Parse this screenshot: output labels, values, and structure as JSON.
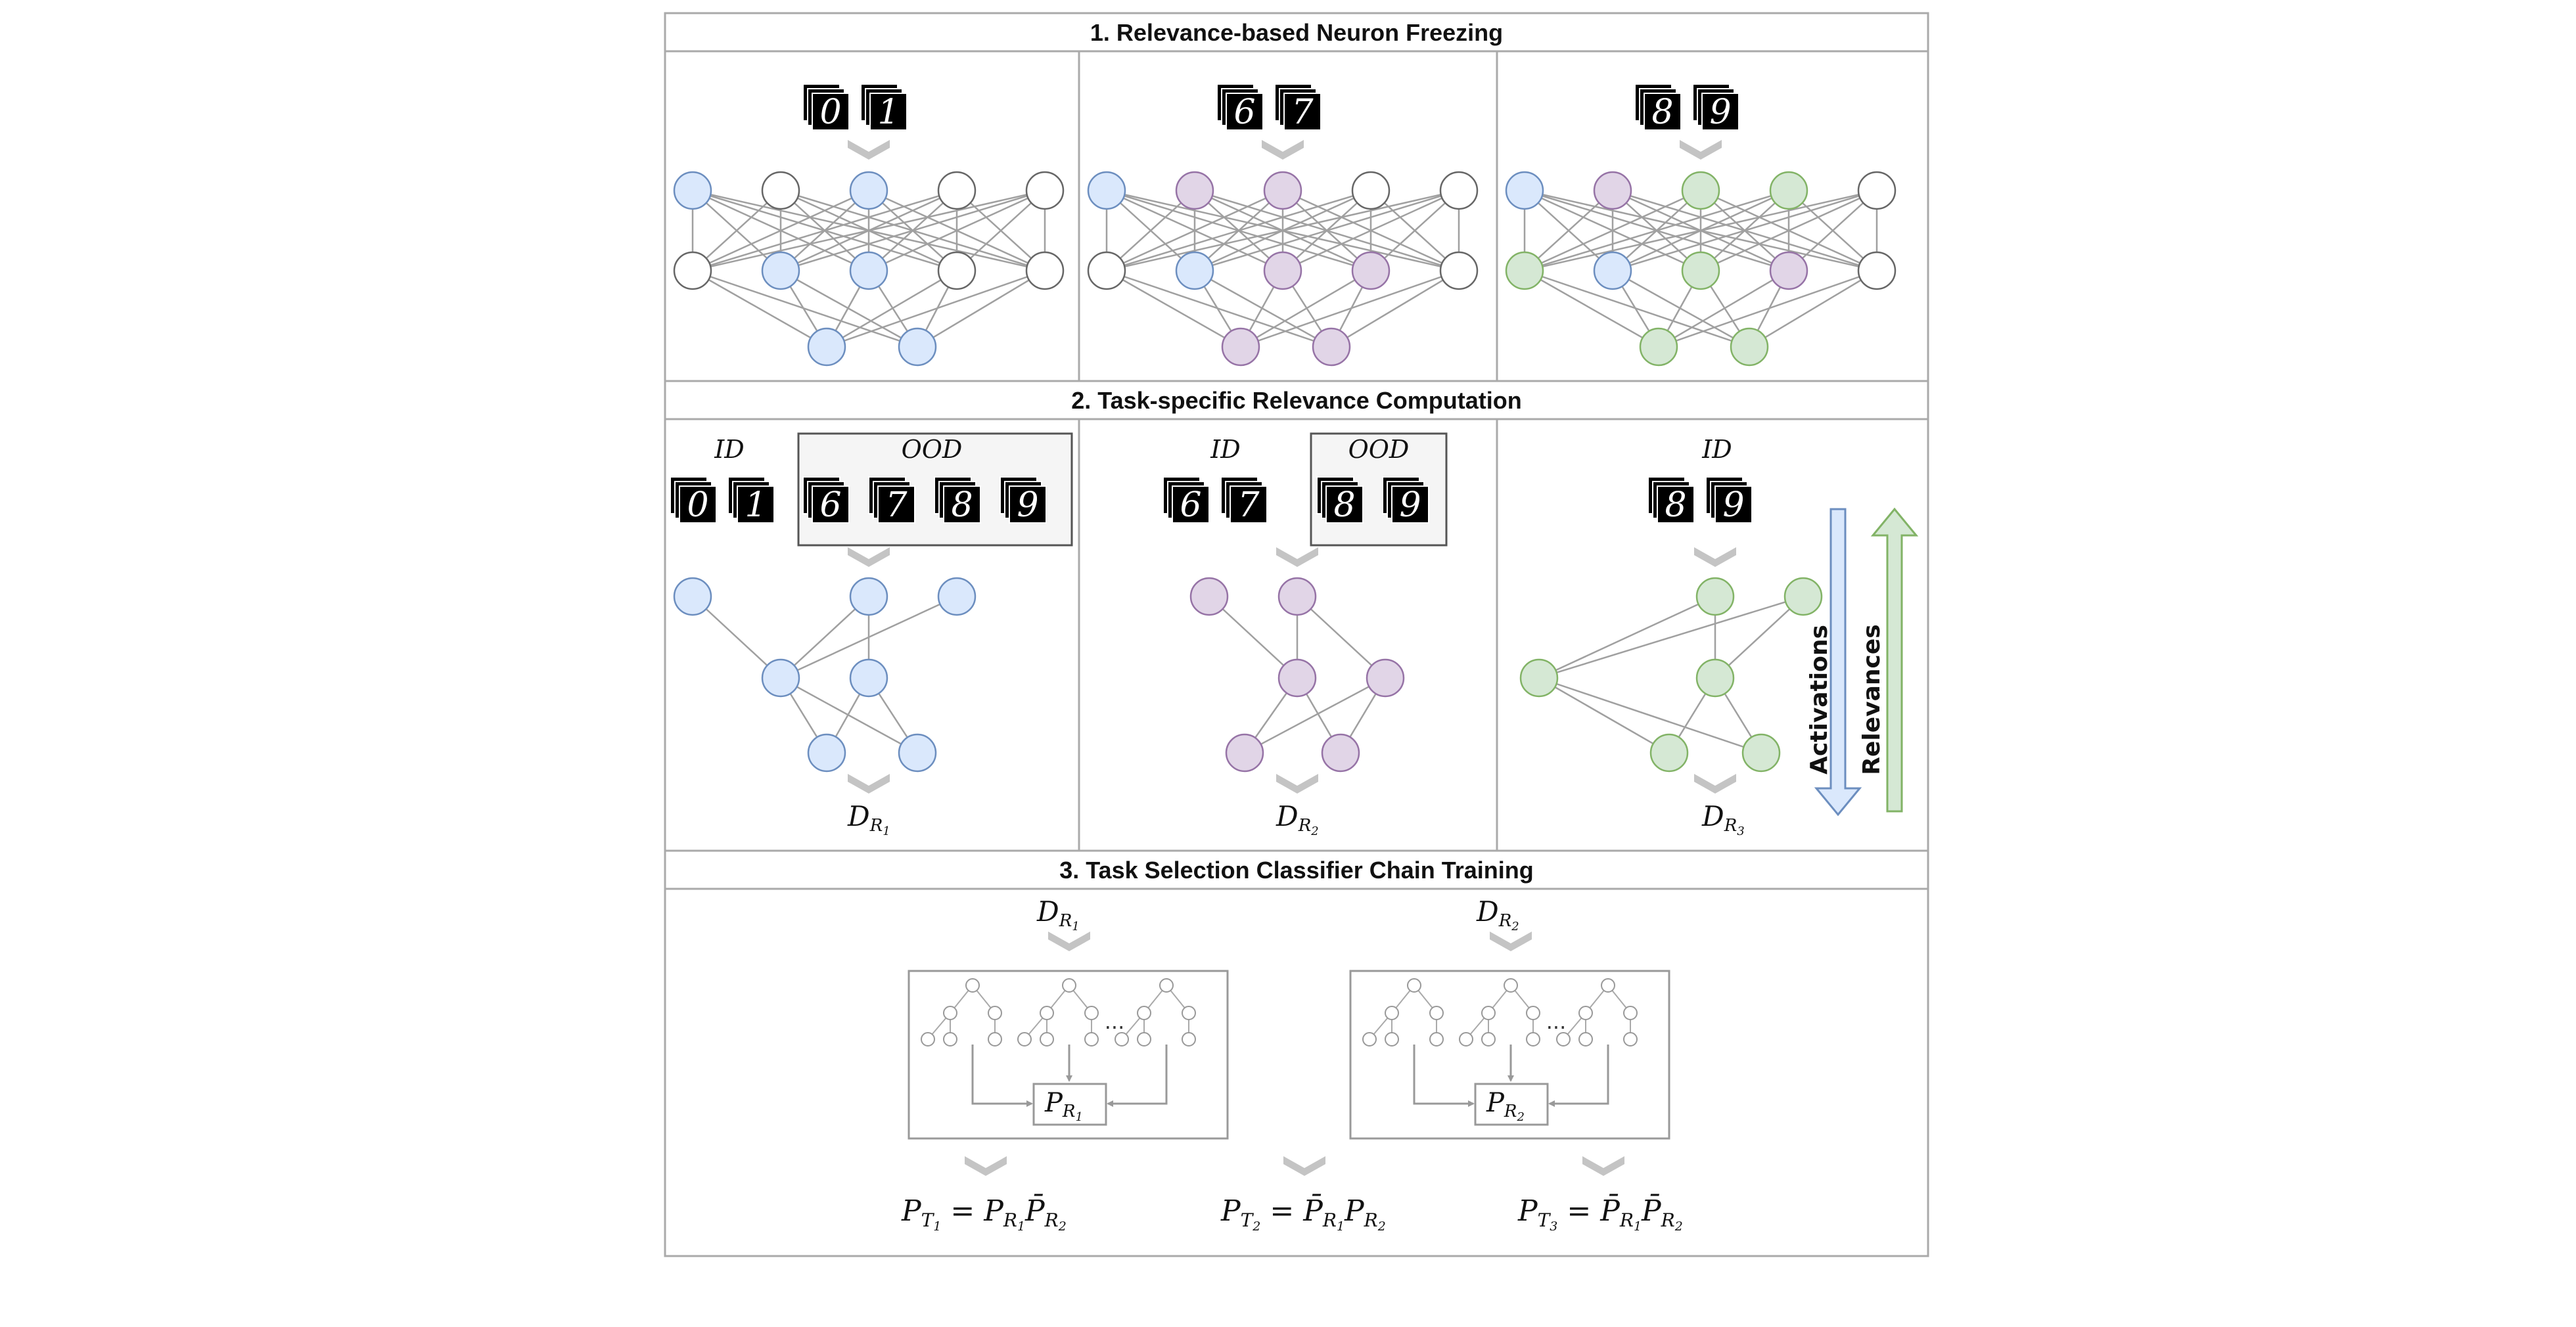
{
  "colors": {
    "frame": "#aaaaaa",
    "edge": "#a0a0a0",
    "chevron": "#c4c4c4",
    "blue": {
      "fill": "#dae8fc",
      "stroke": "#6c8ebf"
    },
    "purple": {
      "fill": "#e1d5e7",
      "stroke": "#9673a6"
    },
    "green": {
      "fill": "#d5e8d4",
      "stroke": "#82b366"
    },
    "white": {
      "fill": "#ffffff",
      "stroke": "#666666"
    },
    "ood_box": "#f5f5f5"
  },
  "sections": {
    "s1": {
      "title": "1. Relevance-based Neuron Freezing"
    },
    "s2": {
      "title": "2. Task-specific Relevance Computation"
    },
    "s3": {
      "title": "3. Task Selection Classifier Chain Training"
    }
  },
  "stage1": {
    "panels": [
      {
        "digits": [
          "0",
          "1"
        ],
        "layers": [
          [
            "blue",
            "white",
            "blue",
            "white",
            "white"
          ],
          [
            "white",
            "blue",
            "blue",
            "white",
            "white"
          ],
          [
            "blue",
            "blue"
          ]
        ]
      },
      {
        "digits": [
          "6",
          "7"
        ],
        "layers": [
          [
            "blue",
            "purple",
            "purple",
            "white",
            "white"
          ],
          [
            "white",
            "blue",
            "purple",
            "purple",
            "white"
          ],
          [
            "purple",
            "purple"
          ]
        ]
      },
      {
        "digits": [
          "8",
          "9"
        ],
        "layers": [
          [
            "blue",
            "purple",
            "green",
            "green",
            "white"
          ],
          [
            "green",
            "blue",
            "green",
            "purple",
            "white"
          ],
          [
            "green",
            "green"
          ]
        ]
      }
    ]
  },
  "stage2": {
    "id_label": "ID",
    "ood_label": "OOD",
    "activations_label": "Activations",
    "relevances_label": "Relevances",
    "panels": [
      {
        "id_digits": [
          "0",
          "1"
        ],
        "ood_digits": [
          "6",
          "7",
          "8",
          "9"
        ],
        "color": "blue",
        "d_label": {
          "base": "D",
          "sub": "R",
          "subsub": "1"
        }
      },
      {
        "id_digits": [
          "6",
          "7"
        ],
        "ood_digits": [
          "8",
          "9"
        ],
        "color": "purple",
        "d_label": {
          "base": "D",
          "sub": "R",
          "subsub": "2"
        }
      },
      {
        "id_digits": [
          "8",
          "9"
        ],
        "ood_digits": [],
        "color": "green",
        "d_label": {
          "base": "D",
          "sub": "R",
          "subsub": "3"
        }
      }
    ]
  },
  "stage3": {
    "inputs": [
      {
        "base": "D",
        "sub": "R",
        "subsub": "1"
      },
      {
        "base": "D",
        "sub": "R",
        "subsub": "2"
      }
    ],
    "outputs": [
      {
        "base": "P",
        "sub": "R",
        "subsub": "1"
      },
      {
        "base": "P",
        "sub": "R",
        "subsub": "2"
      }
    ],
    "ellipsis": "...",
    "equations": [
      {
        "lhs": "P_T1",
        "rhs": "= P_R1 P̄_R2"
      },
      {
        "lhs": "P_T2",
        "rhs": "= P̄_R1 P_R2"
      },
      {
        "lhs": "P_T3",
        "rhs": "= P̄_R1 P̄_R2"
      }
    ]
  }
}
